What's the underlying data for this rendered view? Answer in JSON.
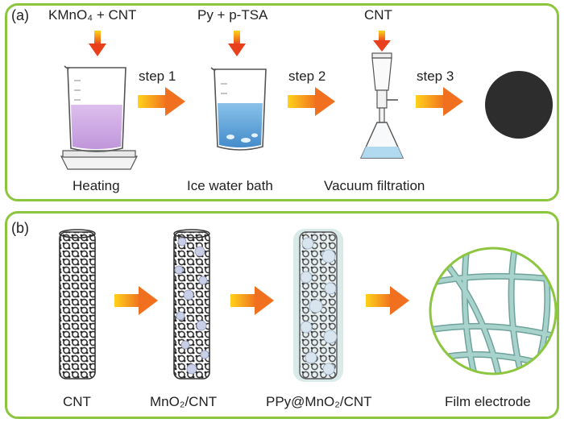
{
  "panel_a": {
    "label": "(a)",
    "reagents": [
      "KMnO₄ + CNT",
      "Py + p-TSA",
      "CNT"
    ],
    "steps": [
      "step 1",
      "step 2",
      "step 3"
    ],
    "conditions": [
      "Heating",
      "Ice water bath",
      "Vacuum filtration"
    ]
  },
  "panel_b": {
    "label": "(b)",
    "captions": [
      "CNT",
      "MnO₂/CNT",
      "PPy@MnO₂/CNT",
      "Film electrode"
    ]
  },
  "colors": {
    "border": "#8cc63f",
    "arrow_start": "#ffd21a",
    "arrow_end": "#f0701f",
    "solution_step1": "#c9a3e0",
    "solution_step2": "#4f9ad6",
    "film": "#2d2d2d",
    "fiber": "#9cc9c2"
  }
}
